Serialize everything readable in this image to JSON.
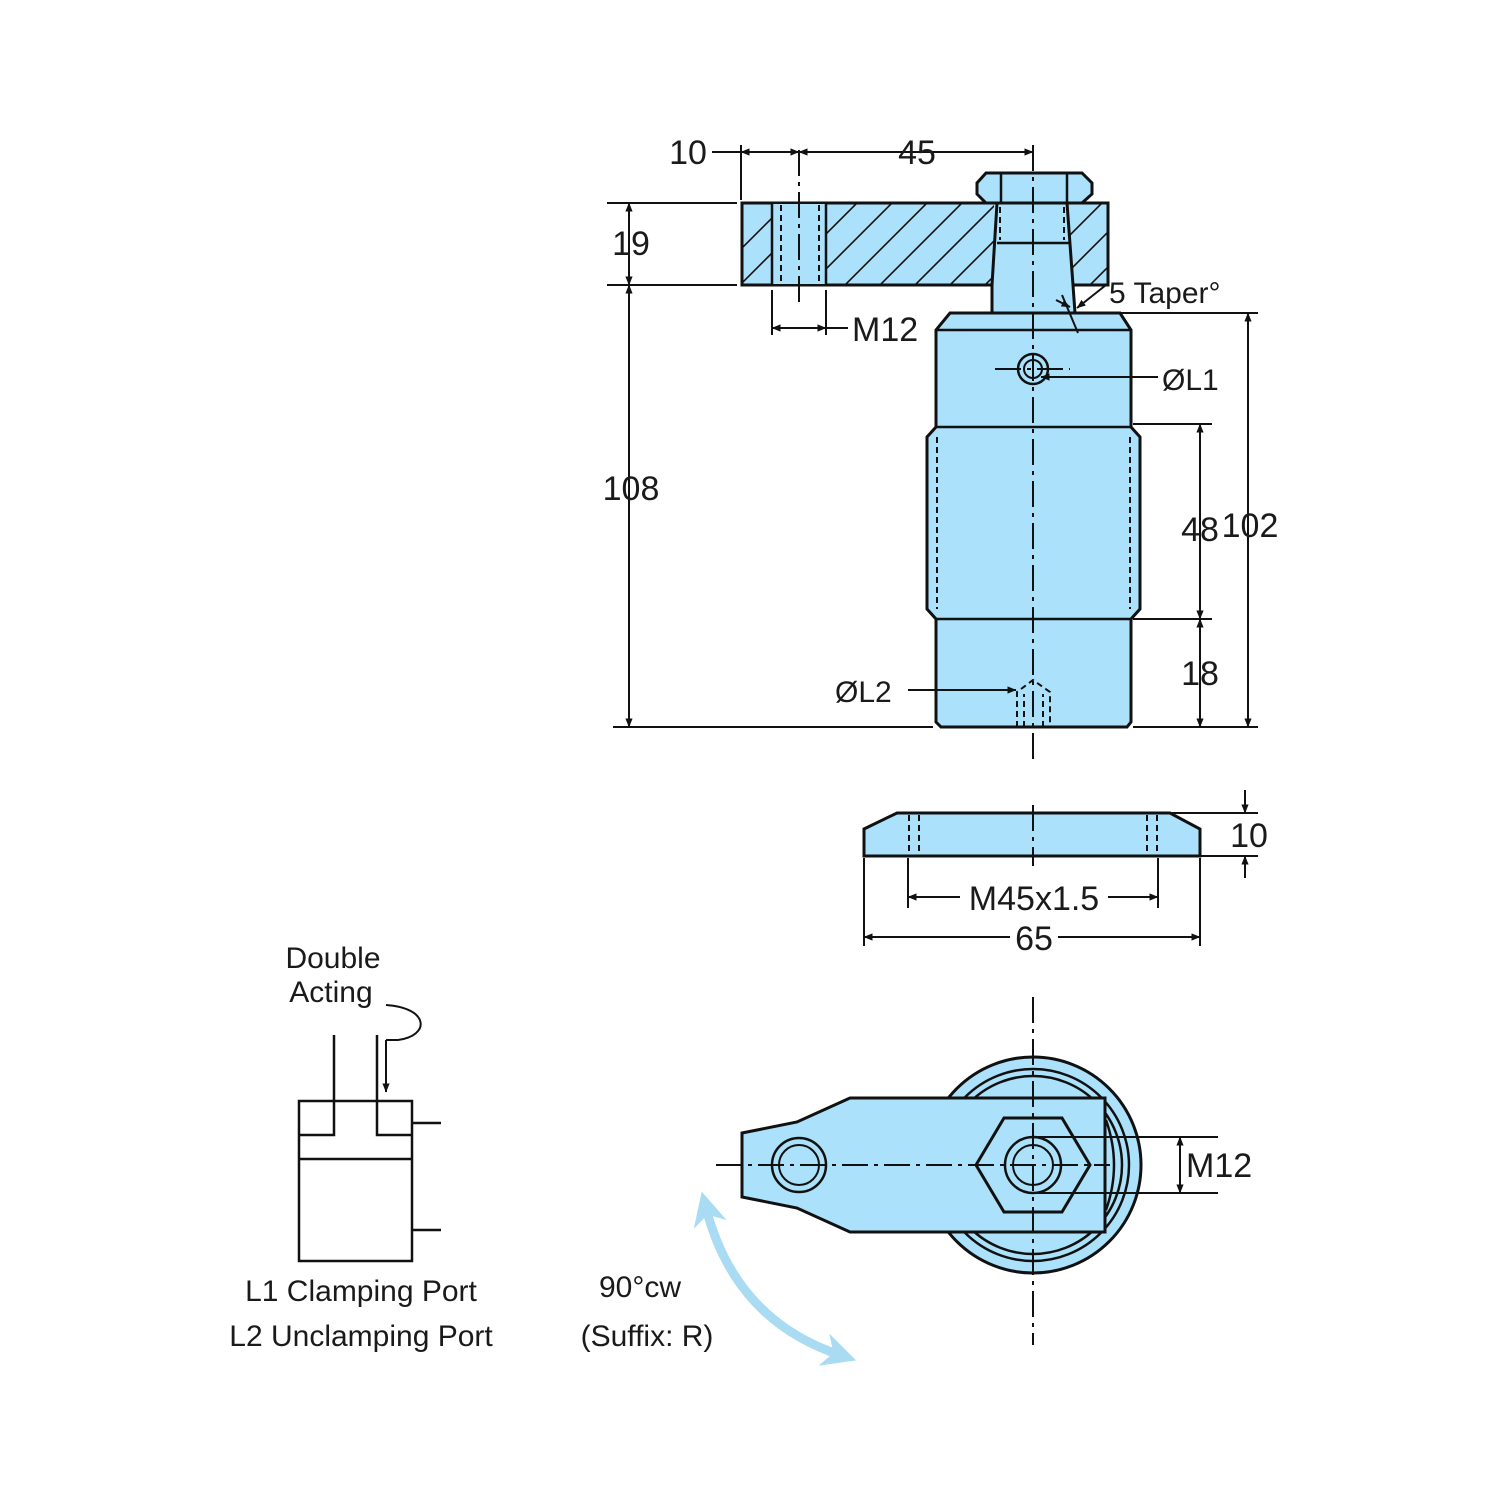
{
  "colors": {
    "part_fill": "#abe1fa",
    "line": "#111111",
    "rotation_arrow": "#a9dcf3"
  },
  "side_view": {
    "dim_arm_offset": "10",
    "dim_arm_length": "45",
    "dim_arm_thickness": "19",
    "dim_total_height": "108",
    "dim_thread_length": "48",
    "dim_body_height": "102",
    "dim_base_length": "18",
    "taper_label": "5  Taper°",
    "arm_thread": "M12",
    "port_l1": "ØL1",
    "port_l2": "ØL2"
  },
  "nut_view": {
    "dim_thickness": "10",
    "thread": "M45x1.5",
    "dim_width": "65"
  },
  "top_view": {
    "thread": "M12",
    "rotation_line1": "90°cw",
    "rotation_line2": "(Suffix: R)"
  },
  "schematic": {
    "title_line1": "Double",
    "title_line2": "Acting",
    "legend_l1": "L1 Clamping Port",
    "legend_l2": "L2 Unclamping Port"
  }
}
